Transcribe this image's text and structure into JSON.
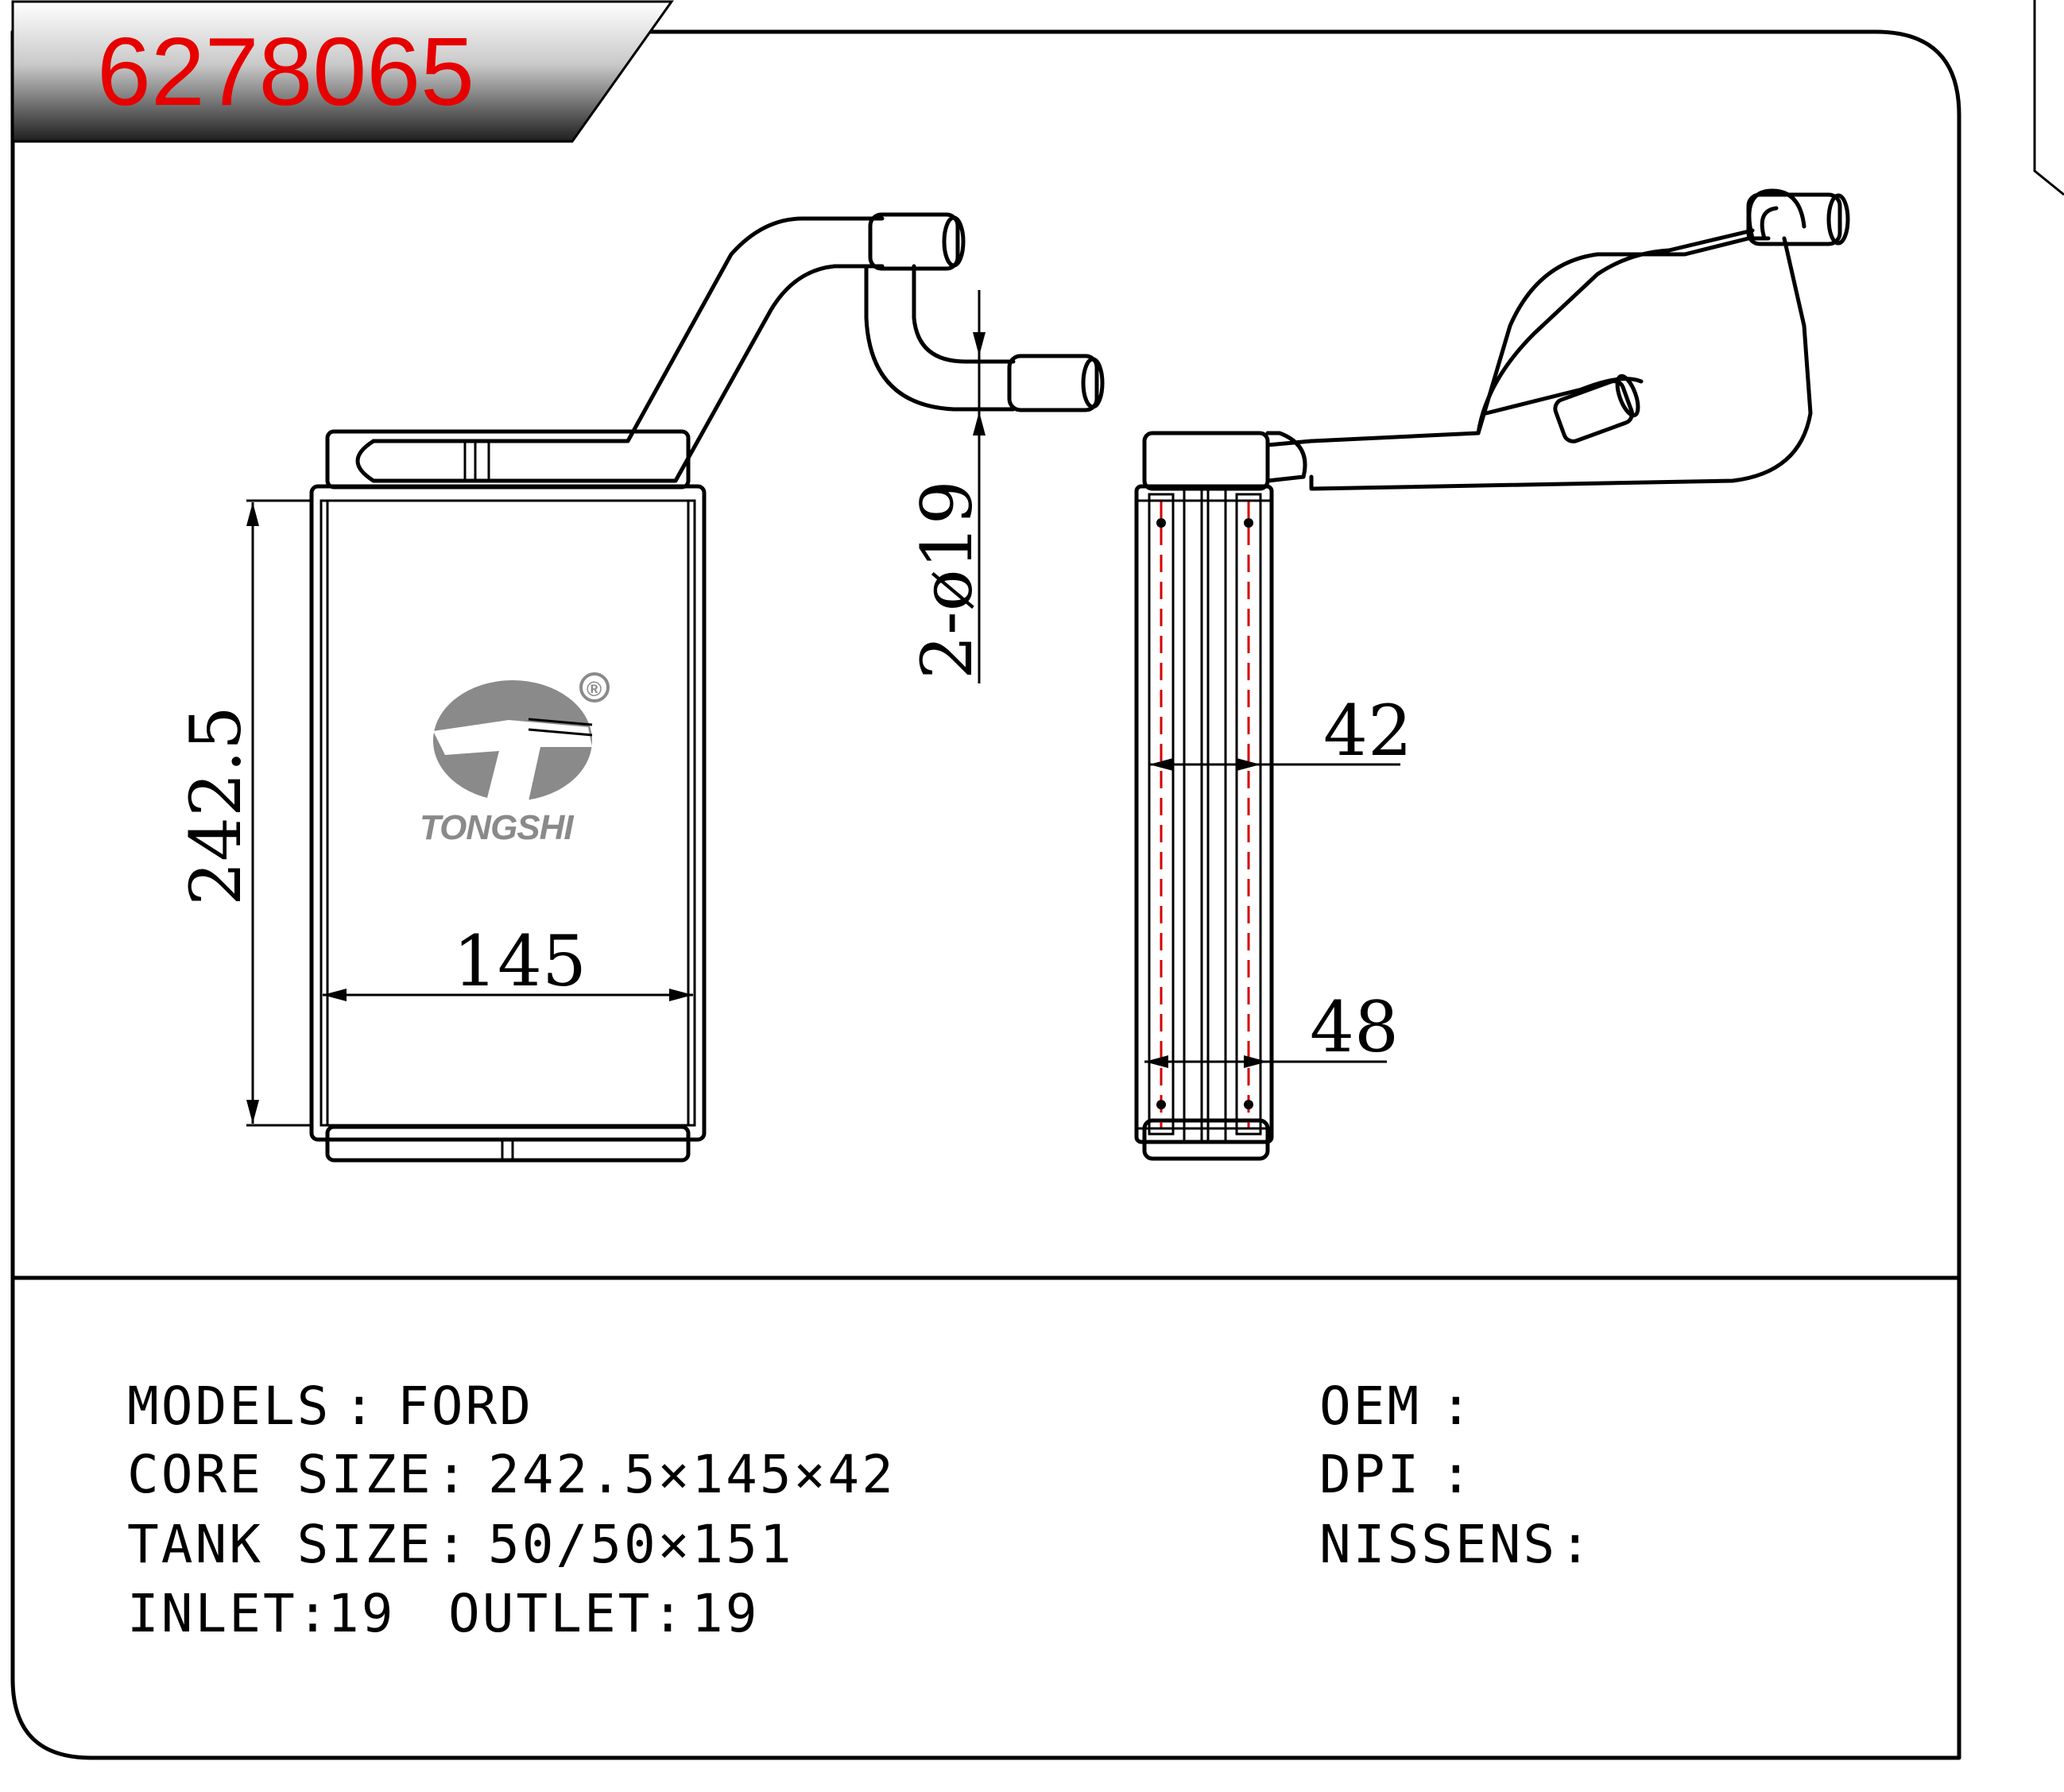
{
  "part_number": "6278065",
  "brand": {
    "name": "TONGSHI",
    "registered_mark": "®"
  },
  "dimensions": {
    "core_height": "242.5",
    "core_width": "145",
    "core_depth": "42",
    "tank_depth": "48",
    "pipes": "2-ø19"
  },
  "specs": {
    "models_label": "MODELS",
    "models_value": "FORD",
    "core_size_label": "CORE SIZE",
    "core_size_value": "242.5×145×42",
    "tank_size_label": "TANK SIZE",
    "tank_size_value": "50/50×151",
    "inlet_label": "INLET:",
    "inlet_value": "19",
    "outlet_label": "OUTLET:",
    "outlet_value": "19",
    "oem_label": "OEM",
    "oem_value": "",
    "dpi_label": "DPI",
    "dpi_value": "",
    "nissens_label": "NISSENS",
    "nissens_value": "",
    "separator": ":"
  },
  "colors": {
    "part_number": "#e60000",
    "section_line": "#d40000",
    "logo": "#8a8a8a"
  }
}
